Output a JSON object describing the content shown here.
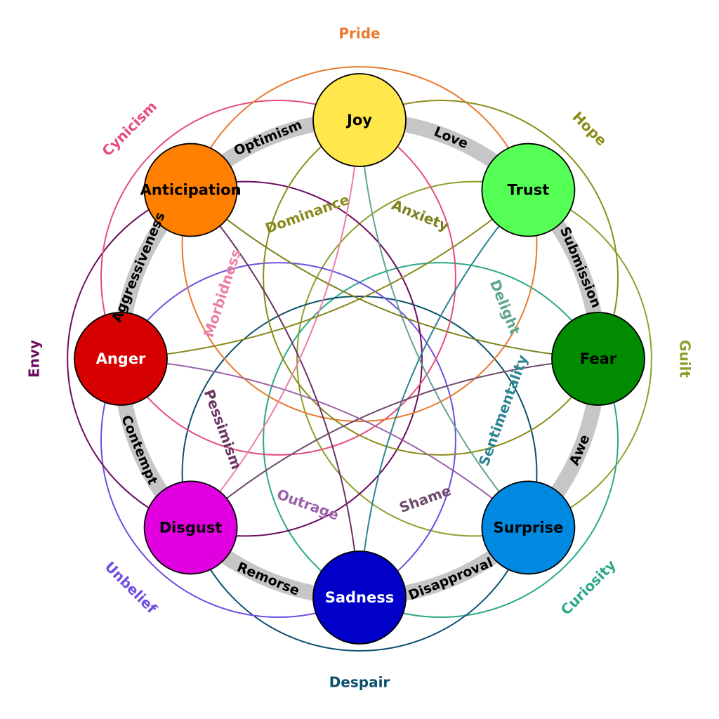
{
  "emotions": [
    {
      "name": "Joy",
      "color": "#ffe74c",
      "text_color": "#000000"
    },
    {
      "name": "Trust",
      "color": "#56ff56",
      "text_color": "#000000"
    },
    {
      "name": "Fear",
      "color": "#008b00",
      "text_color": "#000000"
    },
    {
      "name": "Surprise",
      "color": "#0089e0",
      "text_color": "#000000"
    },
    {
      "name": "Sadness",
      "color": "#0000c8",
      "text_color": "#ffffff"
    },
    {
      "name": "Disgust",
      "color": "#e000e0",
      "text_color": "#000000"
    },
    {
      "name": "Anger",
      "color": "#d60000",
      "text_color": "#ffffff"
    },
    {
      "name": "Anticipation",
      "color": "#ff7f00",
      "text_color": "#000000"
    }
  ],
  "primary_dyads": [
    "Love",
    "Submission",
    "Awe",
    "Disapproval",
    "Remorse",
    "Contempt",
    "Aggressiveness",
    "Optimism"
  ],
  "secondary_dyads": [
    {
      "name": "Guilt",
      "color": "#8aa12c"
    },
    {
      "name": "Curiosity",
      "color": "#2aa887"
    },
    {
      "name": "Despair",
      "color": "#0b4f6c"
    },
    {
      "name": "Unbelief",
      "color": "#6f4ee0"
    },
    {
      "name": "Envy",
      "color": "#6b0b5e"
    },
    {
      "name": "Cynicism",
      "color": "#e54c7a"
    },
    {
      "name": "Pride",
      "color": "#e8792e"
    },
    {
      "name": "Hope",
      "color": "#8a8c17"
    }
  ],
  "tertiary_dyads": [
    {
      "name": "Delight",
      "color": "#5fa48f"
    },
    {
      "name": "Sentimentality",
      "color": "#2c8492"
    },
    {
      "name": "Shame",
      "color": "#6f4a6e"
    },
    {
      "name": "Outrage",
      "color": "#9a62a8"
    },
    {
      "name": "Pessimism",
      "color": "#6a3362"
    },
    {
      "name": "Morbidness",
      "color": "#ea7fa6"
    },
    {
      "name": "Dominance",
      "color": "#8a8a1e"
    },
    {
      "name": "Anxiety",
      "color": "#7c7f1b"
    }
  ]
}
